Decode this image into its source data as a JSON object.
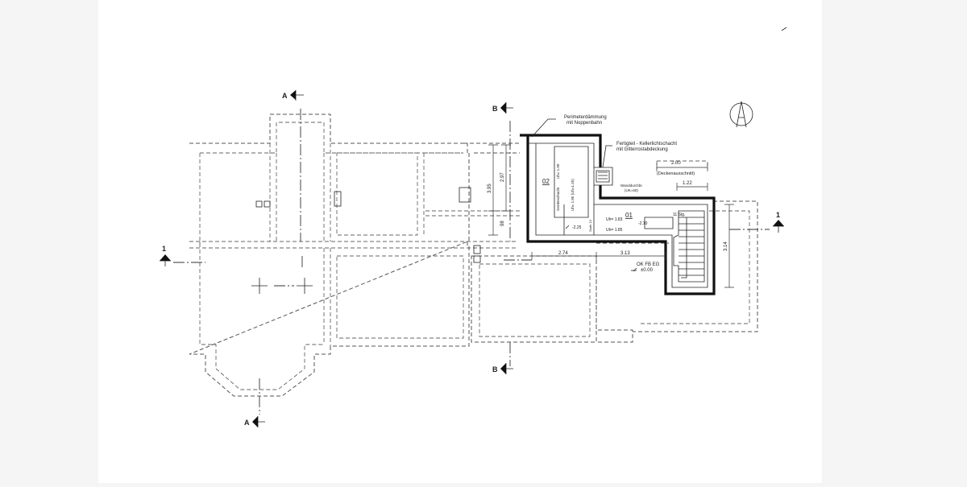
{
  "section_marks": {
    "a_top": "A",
    "a_bottom": "A",
    "b_top": "B",
    "b_bottom": "B",
    "one_left": "1",
    "one_right": "1"
  },
  "annotations": {
    "perimeter": "Perimeterdämmung",
    "perimeter_sub": "mit Noppenbahn",
    "lightwell": "Fertigteil - Kellerlichtschacht",
    "lightwell_sub": "mit Gitterrostabdeckung",
    "ceiling_cut": "(Deckenausschnitt)",
    "wall_opening": "Wanddurchbr.",
    "wall_opening_sub": "(UK=60)",
    "floor_level": "OK FB EG",
    "floor_level_value": "±0.00",
    "stair_count": "11 Stg."
  },
  "rooms": {
    "room_02": "02",
    "room_01": "01",
    "room_02_label": "Geräteschacht",
    "room_02_uh": "Uh= 1.90",
    "room_02_uh2": "Uh= 1.85 (Uh=1.45)",
    "room_01_uh": "Uh= 1.83",
    "room_01_uh2": "Uh= 1.85",
    "level_a": "-2.25",
    "level_b": "-2.10",
    "step_label": "Stufe 13"
  },
  "dimensions": {
    "d_395": "3.95",
    "d_297": "2.97",
    "d_98": "98",
    "d_200": "2.00",
    "d_122": "1.22",
    "d_274": "2.74",
    "d_313": "3.13",
    "d_314": "3.14"
  },
  "icons": {
    "north": "north-arrow-icon",
    "section": "section-arrow-icon"
  }
}
